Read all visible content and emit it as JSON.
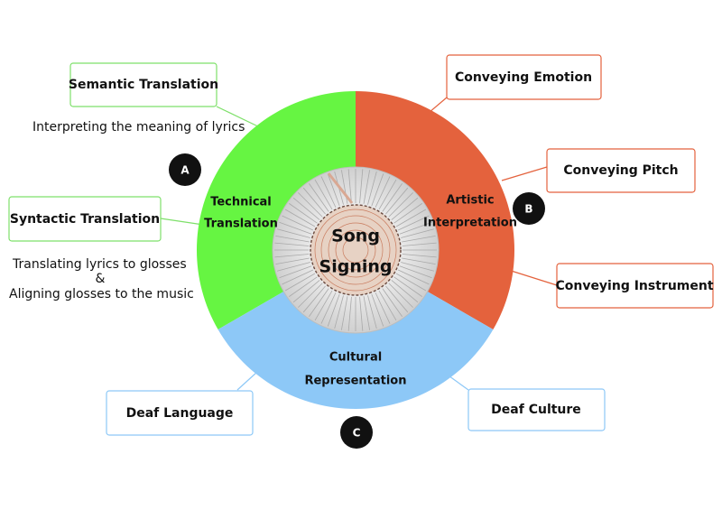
{
  "center": {
    "line1": "Song",
    "line2": "Signing"
  },
  "segments": {
    "technical": {
      "line1": "Technical",
      "line2": "Translation",
      "color": "#66f542"
    },
    "artistic": {
      "line1": "Artistic",
      "line2": "Interpretation",
      "color": "#e4623d"
    },
    "cultural": {
      "line1": "Cultural",
      "line2": "Representation",
      "color": "#8dc8f7"
    }
  },
  "badges": {
    "a": "A",
    "b": "B",
    "c": "C"
  },
  "boxes": {
    "semantic": "Semantic Translation",
    "syntactic": "Syntactic Translation",
    "emotion": "Conveying Emotion",
    "pitch": "Conveying Pitch",
    "instrument": "Conveying Instrument",
    "deaf_language": "Deaf Language",
    "deaf_culture": "Deaf Culture"
  },
  "notes": {
    "semantic_desc": "Interpreting the meaning of lyrics",
    "syntactic_line1": "Translating lyrics to glosses",
    "syntactic_amp": "&",
    "syntactic_line2": "Aligning glosses to the music"
  },
  "colors": {
    "green_border": "#7ee06a",
    "orange_border": "#e4623d",
    "blue_border": "#8dc8f7",
    "badge": "#111111"
  }
}
